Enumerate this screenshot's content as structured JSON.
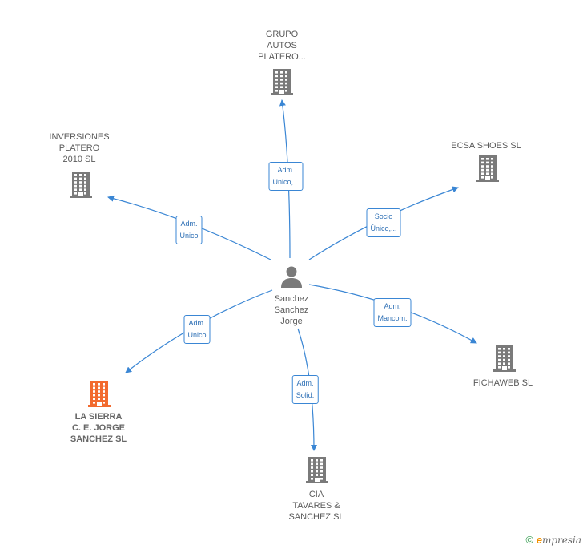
{
  "center": {
    "name": "Sanchez\nSanchez\nJorge",
    "icon": "person-icon"
  },
  "nodes": [
    {
      "id": "grupo",
      "label": "GRUPO\nAUTOS\nPLATERO...",
      "color": "#7a7a7a",
      "icon": "building-icon"
    },
    {
      "id": "inversiones",
      "label": "INVERSIONES\nPLATERO\n2010 SL",
      "color": "#7a7a7a",
      "icon": "building-icon"
    },
    {
      "id": "ecsa",
      "label": "ECSA SHOES SL",
      "color": "#7a7a7a",
      "icon": "building-icon"
    },
    {
      "id": "fichaweb",
      "label": "FICHAWEB SL",
      "color": "#7a7a7a",
      "icon": "building-icon"
    },
    {
      "id": "cia",
      "label": "CIA\nTAVARES &\nSANCHEZ SL",
      "color": "#7a7a7a",
      "icon": "building-icon"
    },
    {
      "id": "sierra",
      "label": "LA SIERRA\nC.  E. JORGE\nSANCHEZ SL",
      "color": "#f26a2e",
      "icon": "building-icon",
      "highlight": true
    }
  ],
  "edges": [
    {
      "to": "grupo",
      "label": "Adm.\nUnico,..."
    },
    {
      "to": "inversiones",
      "label": "Adm.\nUnico"
    },
    {
      "to": "ecsa",
      "label": "Socio\nÚnico,..."
    },
    {
      "to": "fichaweb",
      "label": "Adm.\nMancom."
    },
    {
      "to": "cia",
      "label": "Adm.\nSolid."
    },
    {
      "to": "sierra",
      "label": "Adm.\nUnico"
    }
  ],
  "colors": {
    "edge": "#3a86d4",
    "node": "#7a7a7a",
    "highlight": "#f26a2e"
  },
  "brand": {
    "copyright": "©",
    "e": "e",
    "rest": "mpresia"
  }
}
